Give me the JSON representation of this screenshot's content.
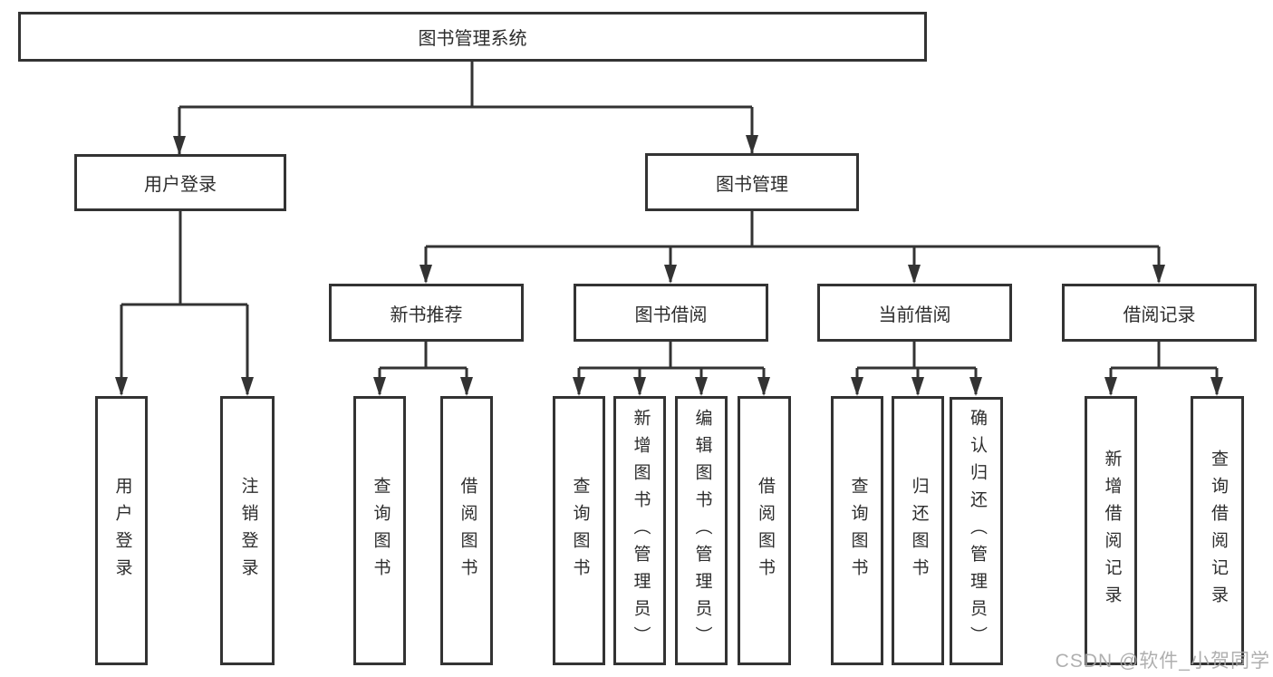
{
  "diagram": {
    "title_note": "library management system function structure chart",
    "root": {
      "label": "图书管理系统"
    },
    "level2": [
      {
        "id": "user-login",
        "label": "用户登录"
      },
      {
        "id": "book-management",
        "label": "图书管理"
      }
    ],
    "level3": [
      {
        "id": "new-book-recommend",
        "label": "新书推荐"
      },
      {
        "id": "book-borrowing",
        "label": "图书借阅"
      },
      {
        "id": "current-borrowing",
        "label": "当前借阅"
      },
      {
        "id": "borrowing-records",
        "label": "借阅记录"
      }
    ],
    "leaves": {
      "user_login": [
        "用户登录",
        "注销登录"
      ],
      "new_book_recommend": [
        "查询图书",
        "借阅图书"
      ],
      "book_borrowing": [
        "查询图书",
        "新增图书（管理员）",
        "编辑图书（管理员）",
        "借阅图书"
      ],
      "current_borrowing": [
        "查询图书",
        "归还图书",
        "确认归还（管理员）"
      ],
      "borrowing_records": [
        "新增借阅记录",
        "查询借阅记录"
      ]
    }
  },
  "watermark": {
    "text": "CSDN @软件_小贺同学"
  },
  "colors": {
    "line": "#333333",
    "box_border": "#333333",
    "box_fill": "#ffffff",
    "text": "#2d2d2d",
    "watermark": "#a6a6a6",
    "background": "#ffffff"
  }
}
